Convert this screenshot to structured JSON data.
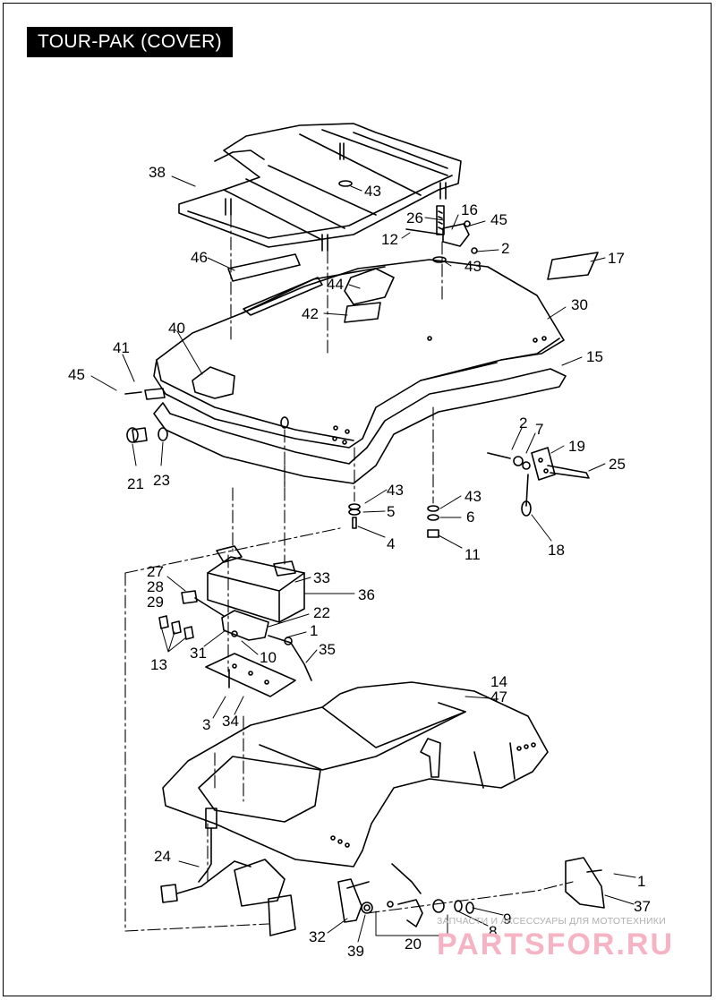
{
  "title": "TOUR-PAK (COVER)",
  "watermark": {
    "line1": "ЗАПЧАСТИ И АКСЕССУАРЫ ДЛЯ МОТОТЕХНИКИ",
    "line2": "PARTSFOR.RU"
  },
  "callouts": [
    "38",
    "43",
    "26",
    "16",
    "45",
    "12",
    "2",
    "43",
    "17",
    "46",
    "44",
    "42",
    "30",
    "40",
    "41",
    "45",
    "15",
    "21",
    "23",
    "2",
    "7",
    "19",
    "25",
    "43",
    "5",
    "4",
    "43",
    "6",
    "11",
    "18",
    "27",
    "28",
    "29",
    "33",
    "36",
    "22",
    "1",
    "35",
    "13",
    "31",
    "10",
    "3",
    "34",
    "14",
    "47",
    "24",
    "1",
    "37",
    "32",
    "39",
    "20",
    "8",
    "9"
  ]
}
